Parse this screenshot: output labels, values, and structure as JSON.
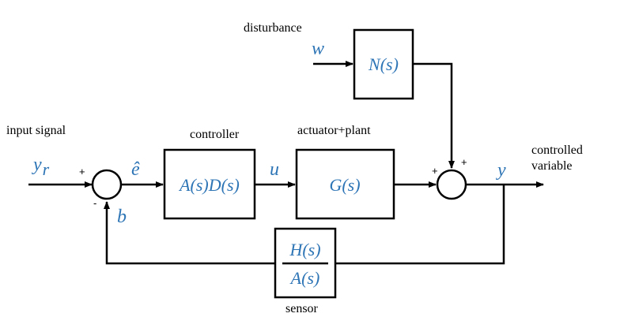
{
  "labels": {
    "disturbance": "disturbance",
    "input_signal": "input signal",
    "controller": "controller",
    "actuator_plant": "actuator+plant",
    "controlled_1": "controlled",
    "controlled_2": "variable",
    "sensor": "sensor"
  },
  "symbols": {
    "w": "w",
    "y_r_base": "y",
    "y_r_sub": "r",
    "e_hat": "ê",
    "u": "u",
    "b": "b",
    "y": "y"
  },
  "blocks": {
    "disturbance_tf": "N(s)",
    "controller_tf": "A(s)D(s)",
    "plant_tf": "G(s)",
    "sensor_num": "H(s)",
    "sensor_den": "A(s)"
  },
  "signs": {
    "sum1_plus": "+",
    "sum1_minus": "-",
    "sum2_left": "+",
    "sum2_top": "+"
  },
  "colors": {
    "symbol": "#2E75B6",
    "line": "#000000"
  }
}
